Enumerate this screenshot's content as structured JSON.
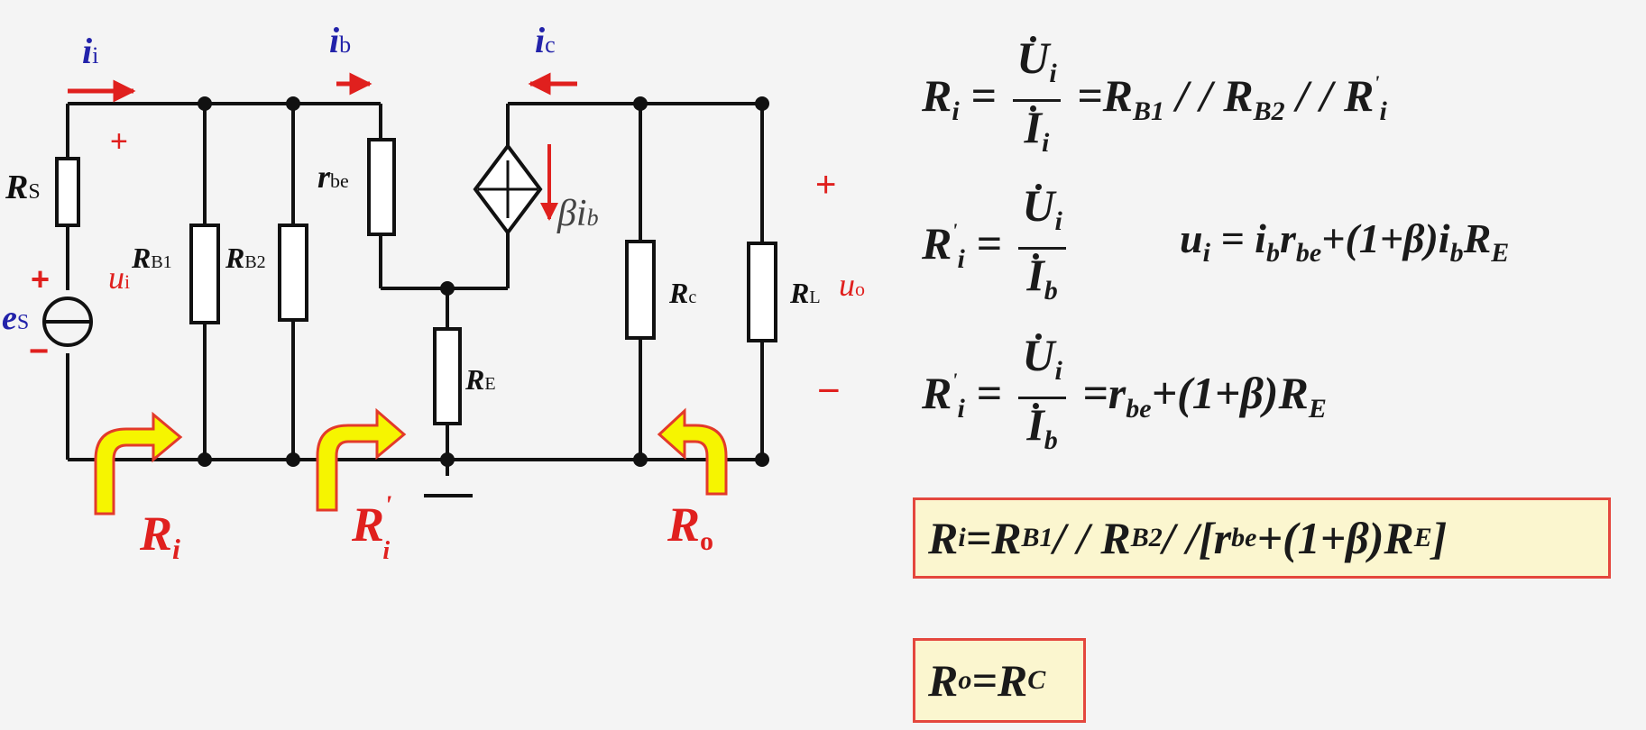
{
  "circuit": {
    "current_labels": {
      "ii": "i",
      "ii_sub": "i",
      "ib": "i",
      "ib_sub": "b",
      "ic": "i",
      "ic_sub": "c"
    },
    "component_labels": {
      "rs": "R",
      "rs_sub": "S",
      "es": "e",
      "es_sub": "S",
      "rb1": "R",
      "rb1_sub": "B1",
      "rb2": "R",
      "rb2_sub": "B2",
      "rbe": "r",
      "rbe_sub": "be",
      "beta_ib": "βi",
      "beta_ib_sub": "b",
      "rc": "R",
      "rc_sub": "c",
      "rl": "R",
      "rl_sub": "L",
      "re": "R",
      "re_sub": "E"
    },
    "voltage_labels": {
      "ui": "u",
      "ui_sub": "i",
      "uo": "u",
      "uo_sub": "o"
    },
    "signs": {
      "plus": "+",
      "minus": "−"
    },
    "resistance_arrows": {
      "ri": "R",
      "ri_sub": "i",
      "ri_prime": "R",
      "ri_prime_sup": "'",
      "ri_prime_sub": "i",
      "ro": "R",
      "ro_sub": "o"
    }
  },
  "equations": {
    "eq1": {
      "lhs": "R",
      "lhs_sub": "i",
      "num": "U",
      "num_sub": "i",
      "den": "I",
      "den_sub": "i",
      "rhs_a": "=R",
      "rhs_a_sub": "B1",
      "rhs_b": " / / R",
      "rhs_b_sub": "B2",
      "rhs_c": " / / R",
      "rhs_c_sup": "'",
      "rhs_c_sub": "i"
    },
    "eq2": {
      "lhs": "R",
      "lhs_sup": "'",
      "lhs_sub": "i",
      "num": "U",
      "num_sub": "i",
      "den": "I",
      "den_sub": "b"
    },
    "eq2b": {
      "a": "u",
      "a_sub": "i",
      "b": " = i",
      "b_sub": "b",
      "c": "r",
      "c_sub": "be",
      "d": "+(1+β)i",
      "d_sub": "b",
      "e": "R",
      "e_sub": "E"
    },
    "eq3": {
      "lhs": "R",
      "lhs_sup": "'",
      "lhs_sub": "i",
      "num": "U",
      "num_sub": "i",
      "den": "I",
      "den_sub": "b",
      "rhs_a": "=r",
      "rhs_a_sub": "be",
      "rhs_b": "+(1+β)R",
      "rhs_b_sub": "E"
    },
    "box1": {
      "a": "R",
      "a_sub": "i",
      "b": "=R",
      "b_sub": "B1",
      "c": " / / R",
      "c_sub": "B2",
      "d": " / /[r",
      "d_sub": "be",
      "e": "+(1+β)R",
      "e_sub": "E",
      "f": " ]"
    },
    "box2": {
      "a": "R",
      "a_sub": "o",
      "b": "=R",
      "b_sub": "C"
    }
  },
  "colors": {
    "wire": "#111111",
    "red": "#e0201e",
    "blue": "#2222aa",
    "arrow_fill": "#f6f500",
    "arrow_stroke": "#e33a2a",
    "box_fill": "#fbf6cf"
  }
}
